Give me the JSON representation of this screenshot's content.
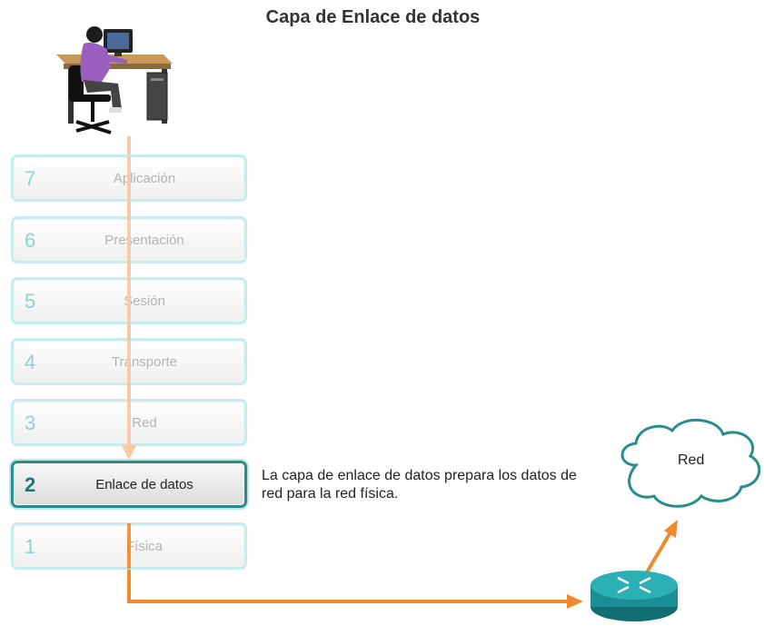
{
  "title": "Capa de Enlace de datos",
  "layers": [
    {
      "number": "7",
      "name": "Aplicación"
    },
    {
      "number": "6",
      "name": "Presentación"
    },
    {
      "number": "5",
      "name": "Sesión"
    },
    {
      "number": "4",
      "name": "Transporte"
    },
    {
      "number": "3",
      "name": "Red"
    },
    {
      "number": "2",
      "name": "Enlace de datos"
    },
    {
      "number": "1",
      "name": "Física"
    }
  ],
  "active_layer": "2",
  "description": "La capa de enlace de datos prepara los datos de red para la red física.",
  "cloud_label": "Red",
  "colors": {
    "accent_teal": "#2a8c8c",
    "light_teal": "#c7ecec",
    "arrow_light": "#f7c9a3",
    "arrow_dark": "#ef8a2e",
    "router": "#1a8e94"
  },
  "icons": [
    "computer-user-icon",
    "router-icon",
    "cloud-icon"
  ]
}
